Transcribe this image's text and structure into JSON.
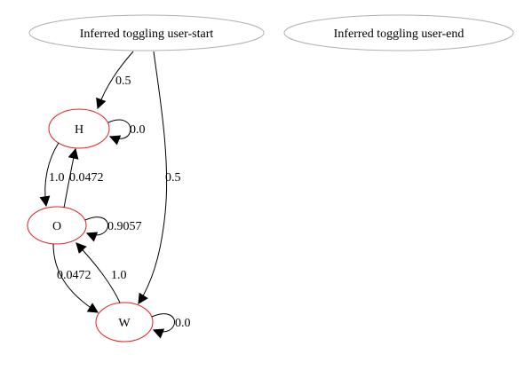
{
  "graph": {
    "start_node": {
      "label": "Inferred toggling user-start"
    },
    "end_node": {
      "label": "Inferred toggling user-end"
    },
    "states": {
      "H": {
        "label": "H"
      },
      "O": {
        "label": "O"
      },
      "W": {
        "label": "W"
      }
    },
    "edges": {
      "start_to_H": {
        "from": "start",
        "to": "H",
        "label": "0.5"
      },
      "start_to_W": {
        "from": "start",
        "to": "W",
        "label": "0.5"
      },
      "H_self": {
        "from": "H",
        "to": "H",
        "label": "0.0"
      },
      "H_to_O": {
        "from": "H",
        "to": "O",
        "label": "1.0"
      },
      "O_to_H": {
        "from": "O",
        "to": "H",
        "label": "0.0472"
      },
      "O_self": {
        "from": "O",
        "to": "O",
        "label": "0.9057"
      },
      "O_to_W": {
        "from": "O",
        "to": "W",
        "label": "0.0472"
      },
      "W_to_O": {
        "from": "W",
        "to": "O",
        "label": "1.0"
      },
      "W_self": {
        "from": "W",
        "to": "W",
        "label": "0.0"
      }
    },
    "colors": {
      "terminal_node_stroke": "#b0b0b0",
      "state_node_stroke": "#e02020",
      "edge_stroke": "#000000",
      "background": "#ffffff"
    }
  }
}
